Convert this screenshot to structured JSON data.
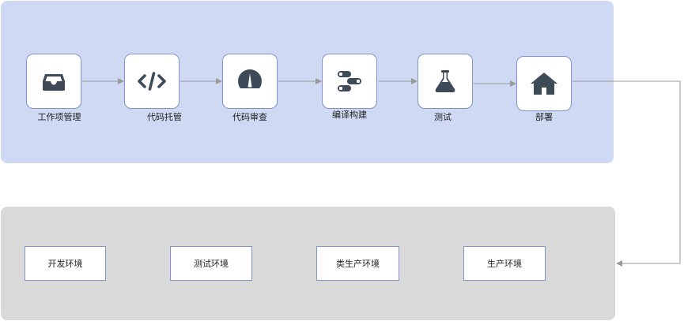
{
  "pipeline": {
    "steps": [
      {
        "label": "工作项管理",
        "icon": "inbox-tray-icon"
      },
      {
        "label": "代码托管",
        "icon": "code-brackets-icon"
      },
      {
        "label": "代码审查",
        "icon": "gauge-icon"
      },
      {
        "label": "编译构建",
        "icon": "build-flow-icon"
      },
      {
        "label": "测试",
        "icon": "flask-icon"
      },
      {
        "label": "部署",
        "icon": "house-icon"
      }
    ]
  },
  "environments": {
    "items": [
      {
        "label": "开发环境"
      },
      {
        "label": "测试环境"
      },
      {
        "label": "类生产环境"
      },
      {
        "label": "生产环境"
      }
    ]
  },
  "colors": {
    "icon": "#3f4a59",
    "top_panel": "#d0d9f4",
    "bottom_panel": "#d9d9d9",
    "box_border": "#7f95c9",
    "arrow": "#9a9a9a"
  }
}
